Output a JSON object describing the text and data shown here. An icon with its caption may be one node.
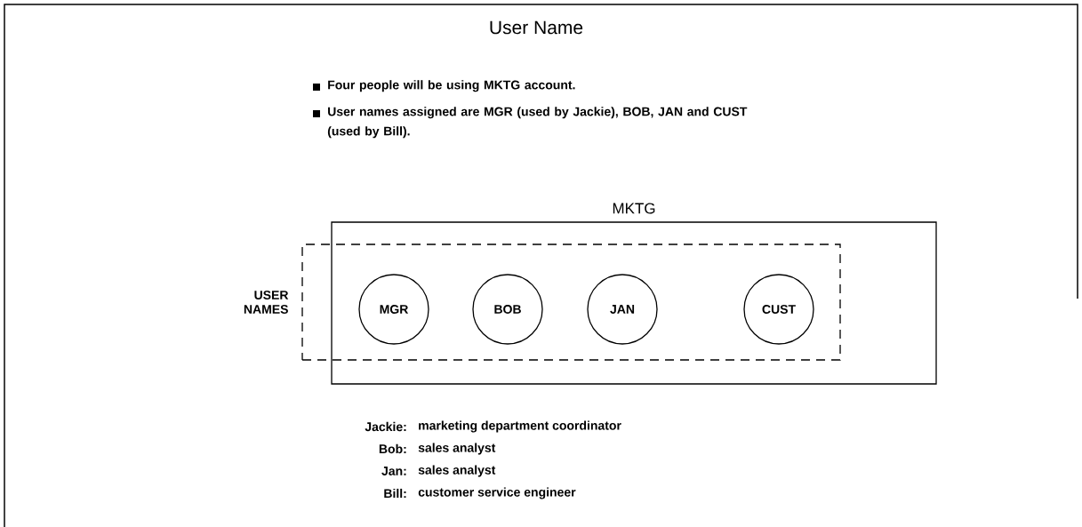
{
  "diagram": {
    "title": "User Name",
    "nodes": [
      {
        "text": [
          "MKTG"
        ]
      },
      {
        "text": [
          "USER NAMES"
        ]
      },
      {
        "text": [
          "MGR"
        ],
        "in": 1
      },
      {
        "text": [
          "BOB"
        ],
        "in": 1
      },
      {
        "text": [
          "JAN"
        ],
        "in": 1
      },
      {
        "text": [
          "CUST"
        ],
        "in": 1
      }
    ],
    "labels": [
      "Four people will be using MKTG account.",
      "User names assigned are MGR (used by Jackie), BOB, JAN and CUST (used by Bill).",
      "Jackie:",
      "marketing department coordinator",
      "Bob:",
      "sales analyst",
      "Jan:",
      "sales analyst",
      "Bill:",
      "customer service engineer"
    ]
  }
}
